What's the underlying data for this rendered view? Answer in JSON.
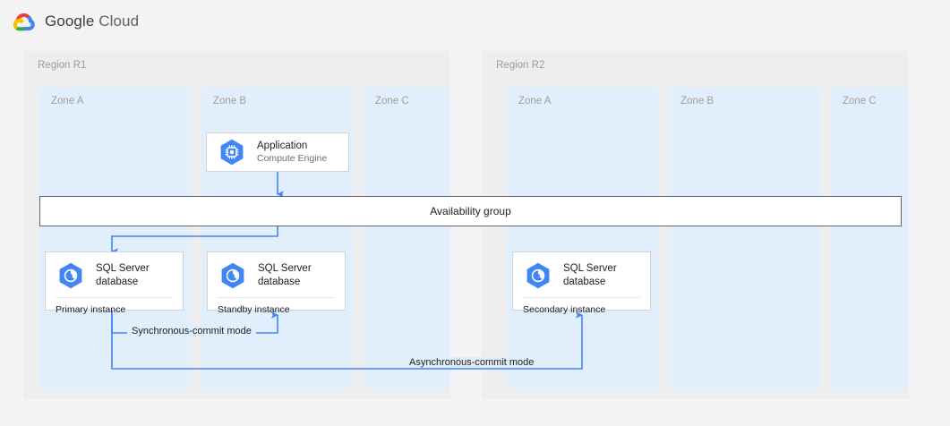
{
  "header": {
    "logo_icon": "google-cloud-logo-icon",
    "brand_google": "Google",
    "brand_cloud": "Cloud"
  },
  "colors": {
    "page_background": "#f4f4f4",
    "region_background": "#eeeeee",
    "zone_background": "#e1eefb",
    "card_background": "#ffffff",
    "card_border": "#d0d4d9",
    "availability_border": "#5f6672",
    "connector_blue": "#4285f4",
    "icon_blue": "#4285f4",
    "label_gray": "#9e9e9e",
    "text_primary": "#202124",
    "text_secondary": "#6b6f74",
    "google_red": "#ea4335",
    "google_yellow": "#fbbc04",
    "google_green": "#34a853",
    "google_blue": "#4285f4"
  },
  "regions": [
    {
      "label": "Region R1",
      "zones": [
        {
          "label": "Zone A"
        },
        {
          "label": "Zone B"
        },
        {
          "label": "Zone C"
        }
      ]
    },
    {
      "label": "Region R2",
      "zones": [
        {
          "label": "Zone A"
        },
        {
          "label": "Zone B"
        },
        {
          "label": "Zone C"
        }
      ]
    }
  ],
  "availability_group": {
    "label": "Availability group"
  },
  "nodes": {
    "application": {
      "icon": "compute-engine-icon",
      "title": "Application",
      "subtitle": "Compute Engine"
    },
    "primary_db": {
      "icon": "sql-server-database-icon",
      "title_line1": "SQL Server",
      "title_line2": "database",
      "role": "Primary instance"
    },
    "standby_db": {
      "icon": "sql-server-database-icon",
      "title_line1": "SQL Server",
      "title_line2": "database",
      "role": "Standby instance"
    },
    "secondary_db": {
      "icon": "sql-server-database-icon",
      "title_line1": "SQL Server",
      "title_line2": "database",
      "role": "Secondary instance"
    }
  },
  "connections": [
    {
      "label": "Synchronous-commit mode",
      "from": "primary_db",
      "to": "standby_db"
    },
    {
      "label": "Asynchronous-commit mode",
      "from": "primary_db",
      "to": "secondary_db"
    }
  ]
}
